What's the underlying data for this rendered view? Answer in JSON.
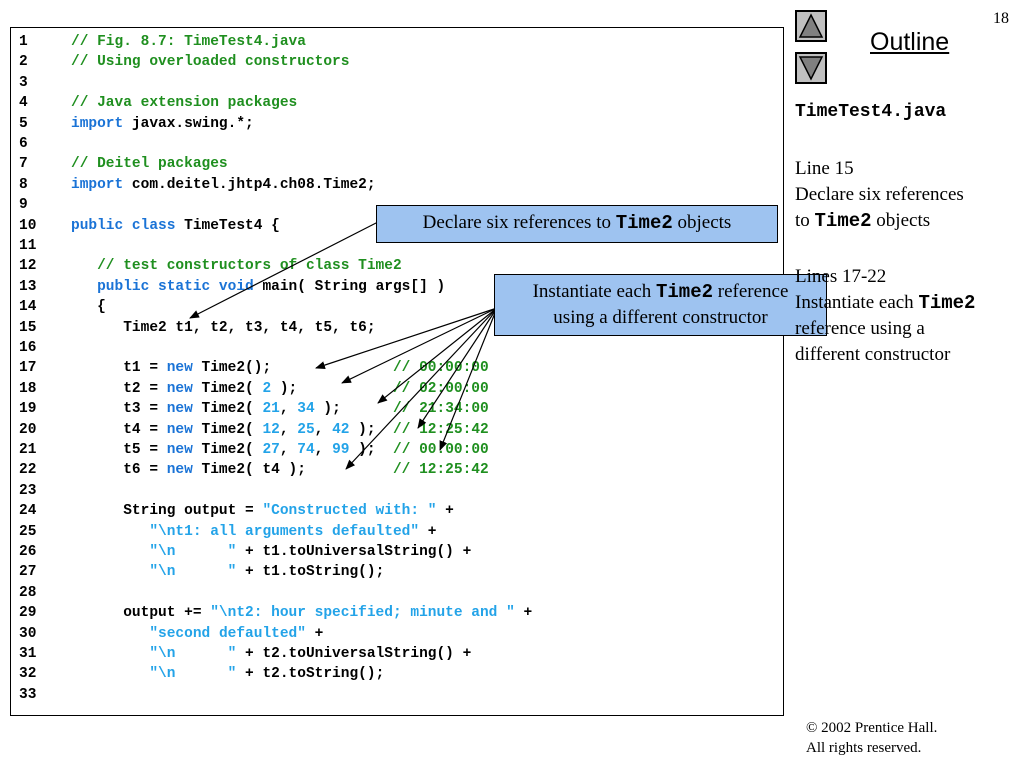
{
  "slide_number": "18",
  "outline": {
    "title": "Outline"
  },
  "nav": {
    "up_icon": "triangle-up-icon",
    "down_icon": "triangle-down-icon"
  },
  "sidebar": {
    "filename": "TimeTest4.java",
    "line15_heading": "Line 15",
    "line15_desc_a": "Declare six references",
    "line15_desc_b_pre": "to ",
    "line15_desc_b_code": "Time2",
    "line15_desc_b_post": " objects",
    "lines_heading": "Lines 17-22",
    "lines_desc_a_pre": "Instantiate each ",
    "lines_desc_a_code": "Time2",
    "lines_desc_b": "reference using a",
    "lines_desc_c": "different constructor"
  },
  "callouts": {
    "declare_pre": "Declare six references to ",
    "declare_code": "Time2",
    "declare_post": " objects",
    "instantiate_pre": "Instantiate each ",
    "instantiate_code": "Time2",
    "instantiate_post": " reference",
    "instantiate_line2": "using a different constructor"
  },
  "code_lines": [
    {
      "n": "1",
      "t": [
        [
          "cm",
          "// Fig. 8.7: TimeTest4.java"
        ]
      ]
    },
    {
      "n": "2",
      "t": [
        [
          "cm",
          "// Using overloaded constructors"
        ]
      ]
    },
    {
      "n": "3",
      "t": []
    },
    {
      "n": "4",
      "t": [
        [
          "cm",
          "// Java extension packages"
        ]
      ]
    },
    {
      "n": "5",
      "t": [
        [
          "kw",
          "import"
        ],
        [
          "pl",
          " javax.swing.*;"
        ]
      ]
    },
    {
      "n": "6",
      "t": []
    },
    {
      "n": "7",
      "t": [
        [
          "cm",
          "// Deitel packages"
        ]
      ]
    },
    {
      "n": "8",
      "t": [
        [
          "kw",
          "import"
        ],
        [
          "pl",
          " com.deitel.jhtp4.ch08.Time2;"
        ]
      ]
    },
    {
      "n": "9",
      "t": []
    },
    {
      "n": "10",
      "t": [
        [
          "kw",
          "public class"
        ],
        [
          "pl",
          " TimeTest4 {"
        ]
      ]
    },
    {
      "n": "11",
      "t": []
    },
    {
      "n": "12",
      "t": [
        [
          "pl",
          "   "
        ],
        [
          "cm",
          "// test constructors of class Time2"
        ]
      ]
    },
    {
      "n": "13",
      "t": [
        [
          "pl",
          "   "
        ],
        [
          "kw",
          "public static void"
        ],
        [
          "pl",
          " main( String args[] )"
        ]
      ]
    },
    {
      "n": "14",
      "t": [
        [
          "pl",
          "   {"
        ]
      ]
    },
    {
      "n": "15",
      "t": [
        [
          "pl",
          "      Time2 t1, t2, t3, t4, t5, t6;"
        ]
      ]
    },
    {
      "n": "16",
      "t": []
    },
    {
      "n": "17",
      "t": [
        [
          "pl",
          "      t1 = "
        ],
        [
          "kw",
          "new"
        ],
        [
          "pl",
          " Time2();              "
        ],
        [
          "cm",
          "// 00:00:00"
        ]
      ]
    },
    {
      "n": "18",
      "t": [
        [
          "pl",
          "      t2 = "
        ],
        [
          "kw",
          "new"
        ],
        [
          "pl",
          " Time2( "
        ],
        [
          "nm",
          "2"
        ],
        [
          "pl",
          " );           "
        ],
        [
          "cm",
          "// 02:00:00"
        ]
      ]
    },
    {
      "n": "19",
      "t": [
        [
          "pl",
          "      t3 = "
        ],
        [
          "kw",
          "new"
        ],
        [
          "pl",
          " Time2( "
        ],
        [
          "nm",
          "21"
        ],
        [
          "pl",
          ", "
        ],
        [
          "nm",
          "34"
        ],
        [
          "pl",
          " );      "
        ],
        [
          "cm",
          "// 21:34:00"
        ]
      ]
    },
    {
      "n": "20",
      "t": [
        [
          "pl",
          "      t4 = "
        ],
        [
          "kw",
          "new"
        ],
        [
          "pl",
          " Time2( "
        ],
        [
          "nm",
          "12"
        ],
        [
          "pl",
          ", "
        ],
        [
          "nm",
          "25"
        ],
        [
          "pl",
          ", "
        ],
        [
          "nm",
          "42"
        ],
        [
          "pl",
          " );  "
        ],
        [
          "cm",
          "// 12:25:42"
        ]
      ]
    },
    {
      "n": "21",
      "t": [
        [
          "pl",
          "      t5 = "
        ],
        [
          "kw",
          "new"
        ],
        [
          "pl",
          " Time2( "
        ],
        [
          "nm",
          "27"
        ],
        [
          "pl",
          ", "
        ],
        [
          "nm",
          "74"
        ],
        [
          "pl",
          ", "
        ],
        [
          "nm",
          "99"
        ],
        [
          "pl",
          " );  "
        ],
        [
          "cm",
          "// 00:00:00"
        ]
      ]
    },
    {
      "n": "22",
      "t": [
        [
          "pl",
          "      t6 = "
        ],
        [
          "kw",
          "new"
        ],
        [
          "pl",
          " Time2( t4 );          "
        ],
        [
          "cm",
          "// 12:25:42"
        ]
      ]
    },
    {
      "n": "23",
      "t": []
    },
    {
      "n": "24",
      "t": [
        [
          "pl",
          "      String output = "
        ],
        [
          "st",
          "\"Constructed with: \""
        ],
        [
          "pl",
          " +"
        ]
      ]
    },
    {
      "n": "25",
      "t": [
        [
          "pl",
          "         "
        ],
        [
          "st",
          "\"\\nt1: all arguments defaulted\""
        ],
        [
          "pl",
          " +"
        ]
      ]
    },
    {
      "n": "26",
      "t": [
        [
          "pl",
          "         "
        ],
        [
          "st",
          "\"\\n      \""
        ],
        [
          "pl",
          " + t1.toUniversalString() +"
        ]
      ]
    },
    {
      "n": "27",
      "t": [
        [
          "pl",
          "         "
        ],
        [
          "st",
          "\"\\n      \""
        ],
        [
          "pl",
          " + t1.toString();"
        ]
      ]
    },
    {
      "n": "28",
      "t": []
    },
    {
      "n": "29",
      "t": [
        [
          "pl",
          "      output += "
        ],
        [
          "st",
          "\"\\nt2: hour specified; minute and \""
        ],
        [
          "pl",
          " +"
        ]
      ]
    },
    {
      "n": "30",
      "t": [
        [
          "pl",
          "         "
        ],
        [
          "st",
          "\"second defaulted\""
        ],
        [
          "pl",
          " +"
        ]
      ]
    },
    {
      "n": "31",
      "t": [
        [
          "pl",
          "         "
        ],
        [
          "st",
          "\"\\n      \""
        ],
        [
          "pl",
          " + t2.toUniversalString() +"
        ]
      ]
    },
    {
      "n": "32",
      "t": [
        [
          "pl",
          "         "
        ],
        [
          "st",
          "\"\\n      \""
        ],
        [
          "pl",
          " + t2.toString();"
        ]
      ]
    },
    {
      "n": "33",
      "t": []
    }
  ],
  "copyright": {
    "line1": "© 2002 Prentice Hall.",
    "line2": "All rights reserved."
  }
}
